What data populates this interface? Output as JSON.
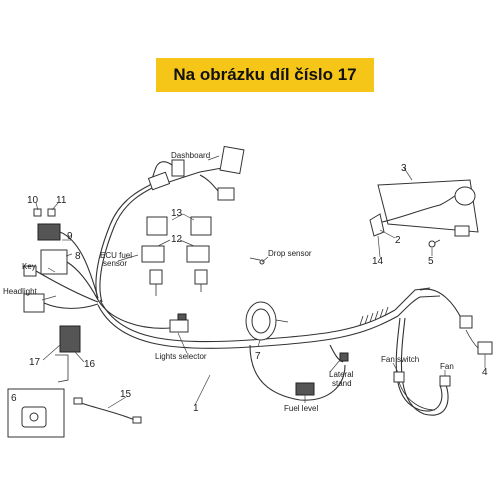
{
  "banner": {
    "text": "Na obrázku díl číslo 17",
    "color": "#f5c518"
  },
  "labels": {
    "dashboard": "Dashboard",
    "ecu_fuel_sensor_1": "ECU fuel",
    "ecu_fuel_sensor_2": "sensor",
    "key": "Key",
    "headlight": "Headlight",
    "drop_sensor": "Drop sensor",
    "lights_selector": "Lights selector",
    "fan_switch": "Fan switch",
    "fan": "Fan",
    "lateral_stand_1": "Lateral",
    "lateral_stand_2": "stand",
    "fuel_level": "Fuel level"
  },
  "numbers": {
    "n1": "1",
    "n2": "2",
    "n3": "3",
    "n4": "4",
    "n5": "5",
    "n6": "6",
    "n7": "7",
    "n8": "8",
    "n9": "9",
    "n10": "10",
    "n11": "11",
    "n12": "12",
    "n13": "13",
    "n14": "14",
    "n15": "15",
    "n16": "16",
    "n17": "17"
  }
}
